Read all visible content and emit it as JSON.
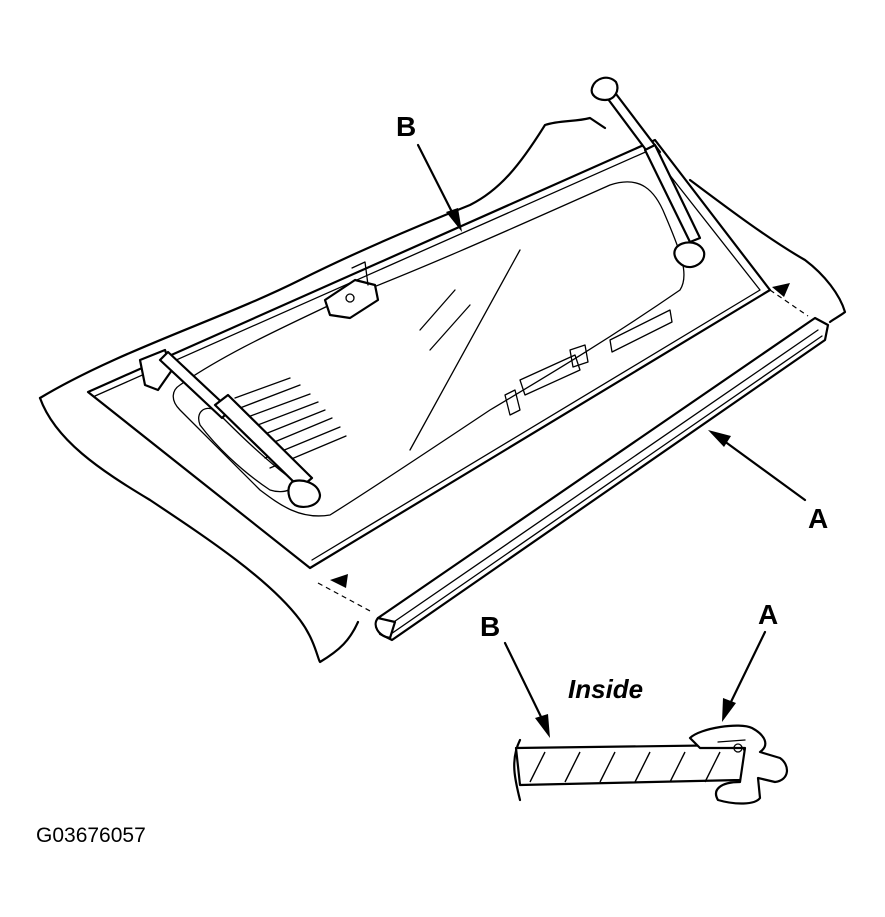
{
  "labels": {
    "b_main": "B",
    "a_main": "A",
    "b_detail": "B",
    "a_detail": "A",
    "inside": "Inside"
  },
  "figure_id": "G03676057",
  "colors": {
    "ink": "#000000",
    "paper": "#ffffff"
  }
}
